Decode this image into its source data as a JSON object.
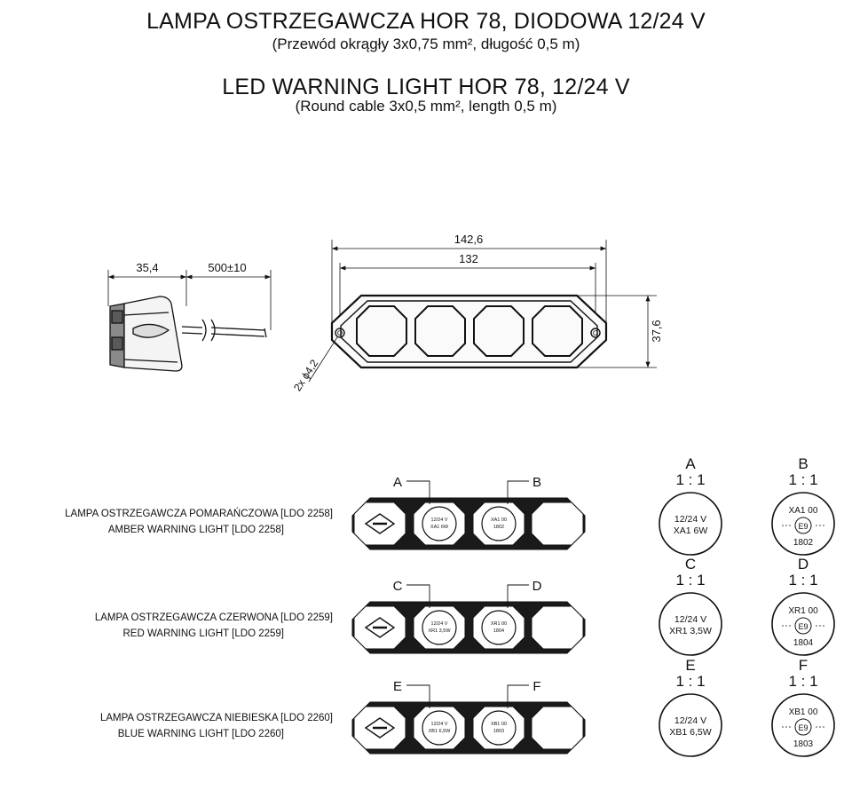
{
  "header": {
    "title_pl": "LAMPA OSTRZEGAWCZA HOR 78, DIODOWA 12/24 V",
    "subtitle_pl": "(Przewód okrągły 3x0,75 mm², długość 0,5 m)",
    "title_en": "LED WARNING LIGHT HOR 78, 12/24 V",
    "subtitle_en": "(Round cable 3x0,5 mm², length 0,5 m)"
  },
  "dimensions": {
    "side_depth": "35,4",
    "cable_length": "500±10",
    "overall_length": "142,6",
    "hole_spacing": "132",
    "height": "37,6",
    "holes": "2x ϕ4,2"
  },
  "variants": [
    {
      "label_pl": "LAMPA OSTRZEGAWCZA POMARAŃCZOWA [LDO 2258]",
      "label_en": "AMBER WARNING LIGHT [LDO 2258]",
      "left_callout": "A",
      "right_callout": "B"
    },
    {
      "label_pl": "LAMPA OSTRZEGAWCZA CZERWONA [LDO 2259]",
      "label_en": "RED WARNING LIGHT [LDO 2259]",
      "left_callout": "C",
      "right_callout": "D"
    },
    {
      "label_pl": "LAMPA OSTRZEGAWCZA NIEBIESKA [LDO 2260]",
      "label_en": "BLUE WARNING LIGHT [LDO 2260]",
      "left_callout": "E",
      "right_callout": "F"
    }
  ],
  "details": [
    {
      "letter": "A",
      "scale": "1 : 1",
      "line1": "12/24 V",
      "line2": "XA1 6W"
    },
    {
      "letter": "B",
      "scale": "1 : 1",
      "line1": "XA1 00",
      "mark": "E9",
      "line2": "1802"
    },
    {
      "letter": "C",
      "scale": "1 : 1",
      "line1": "12/24 V",
      "line2": "XR1 3,5W"
    },
    {
      "letter": "D",
      "scale": "1 : 1",
      "line1": "XR1 00",
      "mark": "E9",
      "line2": "1804"
    },
    {
      "letter": "E",
      "scale": "1 : 1",
      "line1": "12/24 V",
      "line2": "XB1 6,5W"
    },
    {
      "letter": "F",
      "scale": "1 : 1",
      "line1": "XB1 00",
      "mark": "E9",
      "line2": "1803"
    }
  ]
}
